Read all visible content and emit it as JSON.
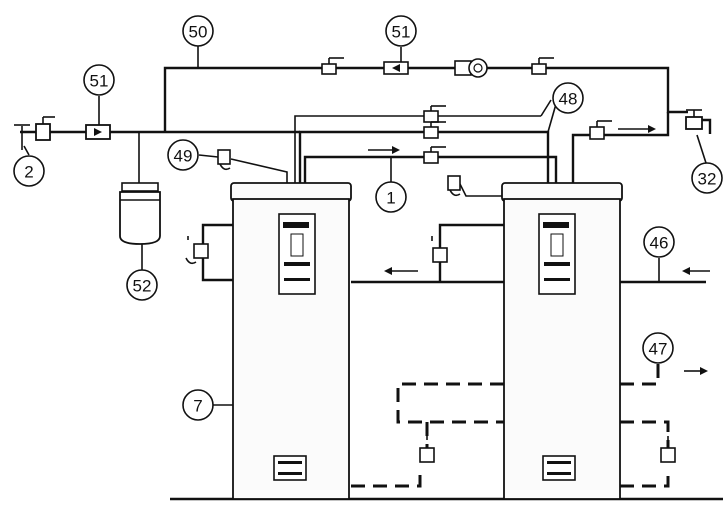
{
  "callouts": {
    "c1": "1",
    "c2": "2",
    "c7": "7",
    "c32": "32",
    "c46": "46",
    "c47": "47",
    "c48": "48",
    "c49": "49",
    "c50": "50",
    "c51a": "51",
    "c51b": "51",
    "c52": "52"
  }
}
